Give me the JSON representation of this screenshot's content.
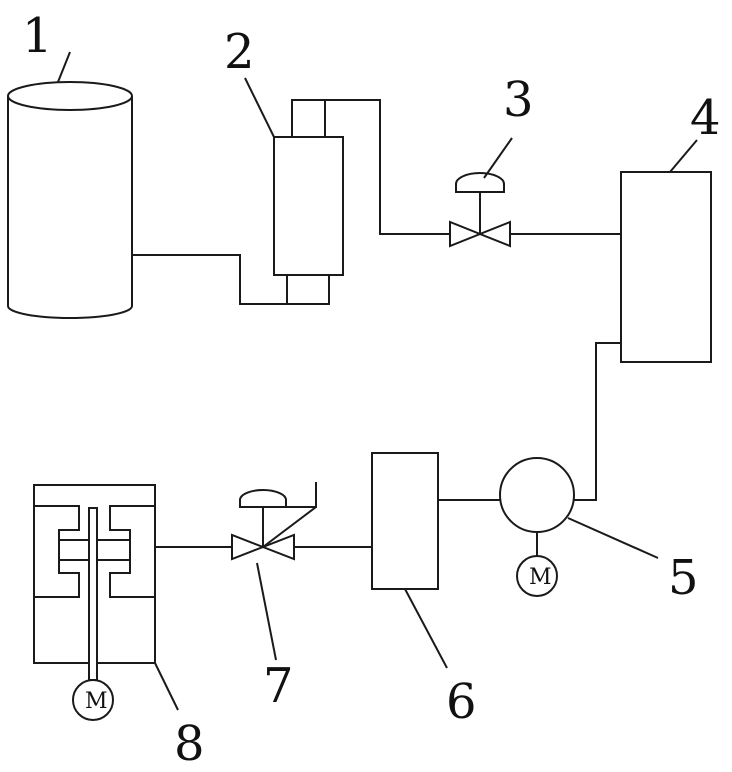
{
  "labels": {
    "n1": "1",
    "n2": "2",
    "n3": "3",
    "n4": "4",
    "n5": "5",
    "n6": "6",
    "n7": "7",
    "n8": "8"
  },
  "motor_label": "M",
  "colors": {
    "line": "#1a1a1a",
    "background": "#ffffff"
  }
}
